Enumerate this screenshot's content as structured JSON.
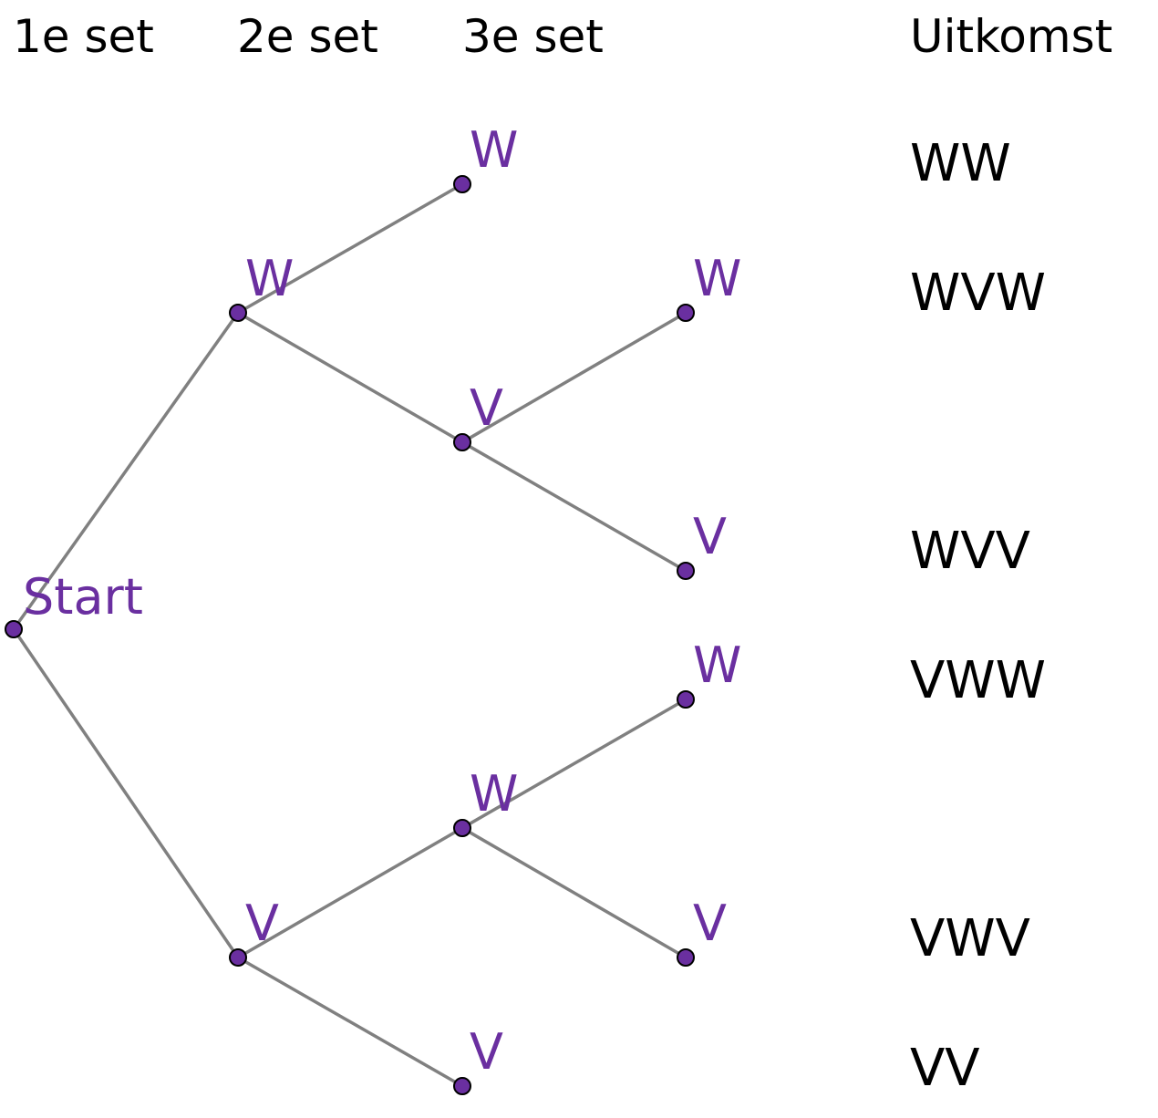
{
  "headers": [
    "1e set",
    "2e set",
    "3e set",
    "Uitkomst"
  ],
  "colors": {
    "label": "#6a2fa0",
    "edge": "#808080",
    "node": "#6a2fa0"
  },
  "tree": {
    "nodes": [
      {
        "id": "start",
        "label": "Start",
        "parent": null
      },
      {
        "id": "W",
        "label": "W",
        "parent": "start"
      },
      {
        "id": "V",
        "label": "V",
        "parent": "start"
      },
      {
        "id": "WW",
        "label": "W",
        "parent": "W"
      },
      {
        "id": "WV",
        "label": "V",
        "parent": "W"
      },
      {
        "id": "WVW",
        "label": "W",
        "parent": "WV"
      },
      {
        "id": "WVV",
        "label": "V",
        "parent": "WV"
      },
      {
        "id": "VW",
        "label": "W",
        "parent": "V"
      },
      {
        "id": "VV",
        "label": "V",
        "parent": "V"
      },
      {
        "id": "VWW",
        "label": "W",
        "parent": "VW"
      },
      {
        "id": "VWV",
        "label": "V",
        "parent": "VW"
      }
    ]
  },
  "outcomes": [
    "WW",
    "WVW",
    "WVV",
    "VWW",
    "VWV",
    "VV"
  ]
}
